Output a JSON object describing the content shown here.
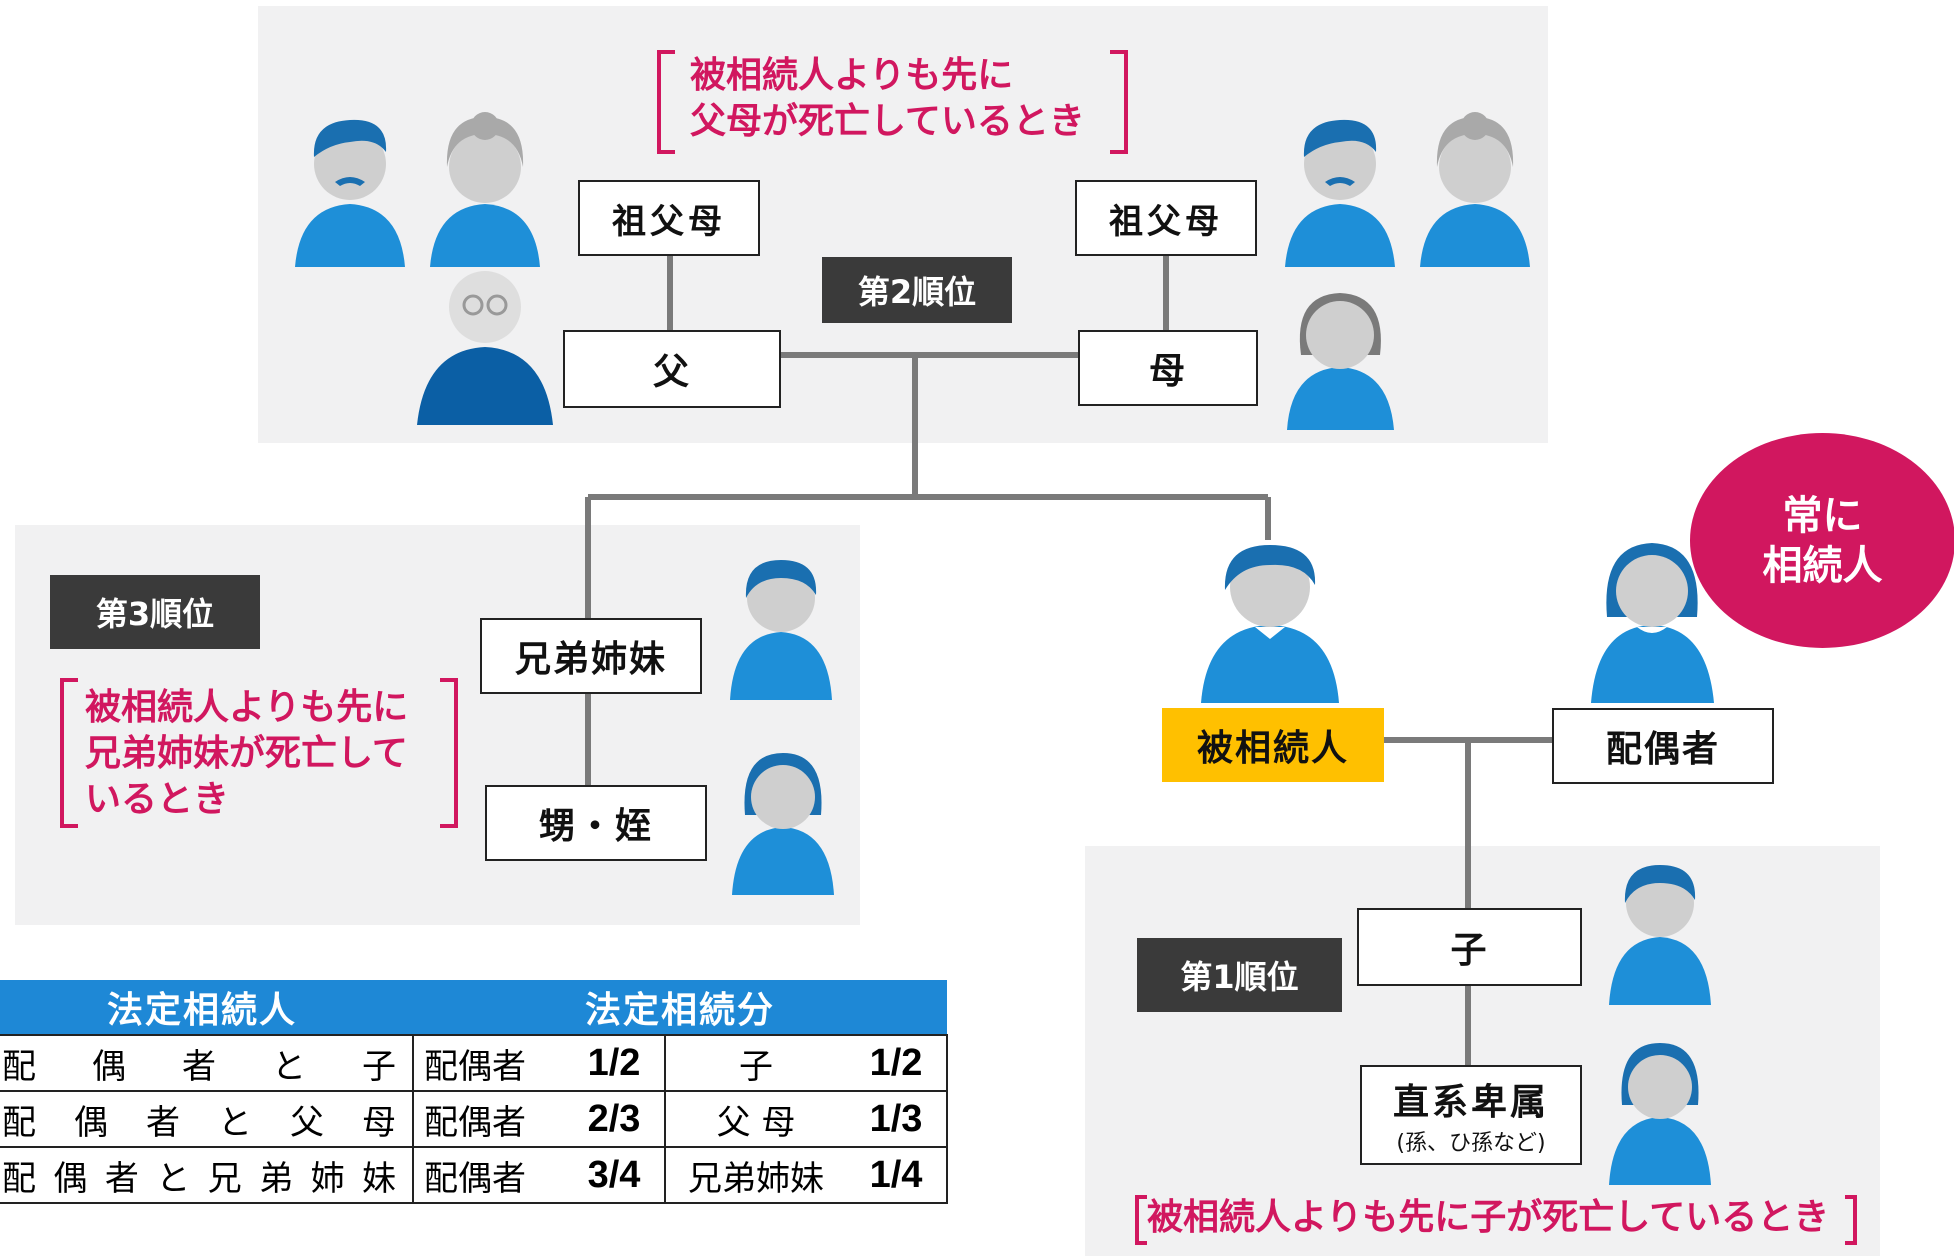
{
  "second_rank": {
    "label": "第2順位",
    "note_line1": "被相続人よりも先に",
    "note_line2": "父母が死亡しているとき",
    "grandparents_left": "祖父母",
    "grandparents_right": "祖父母",
    "father": "父",
    "mother": "母"
  },
  "third_rank": {
    "label": "第3順位",
    "note_line1": "被相続人よりも先に",
    "note_line2": "兄弟姉妹が死亡して",
    "note_line3": "いるとき",
    "siblings": "兄弟姉妹",
    "nephews": "甥・姪"
  },
  "center": {
    "decedent": "被相続人",
    "spouse": "配偶者",
    "always_line1": "常に",
    "always_line2": "相続人"
  },
  "first_rank": {
    "label": "第1順位",
    "child": "子",
    "descendants": "直系卑属",
    "descendants_note": "(孫、ひ孫など)",
    "note": "被相続人よりも先に子が死亡しているとき"
  },
  "table": {
    "header_heirs": "法定相続人",
    "header_shares": "法定相続分",
    "rows": [
      {
        "relation": "配偶者と子",
        "spouse_label": "配偶者",
        "spouse_share": "1/2",
        "other_label": "子",
        "other_share": "1/2"
      },
      {
        "relation": "配偶者と父母",
        "spouse_label": "配偶者",
        "spouse_share": "2/3",
        "other_label": "父 母",
        "other_share": "1/3"
      },
      {
        "relation": "配偶者と兄弟姉妹",
        "spouse_label": "配偶者",
        "spouse_share": "3/4",
        "other_label": "兄弟姉妹",
        "other_share": "1/4"
      }
    ]
  },
  "colors": {
    "accent": "#d1175f",
    "person": "#1e8fd8",
    "highlight": "#ffc000",
    "header": "#1e88d6"
  }
}
